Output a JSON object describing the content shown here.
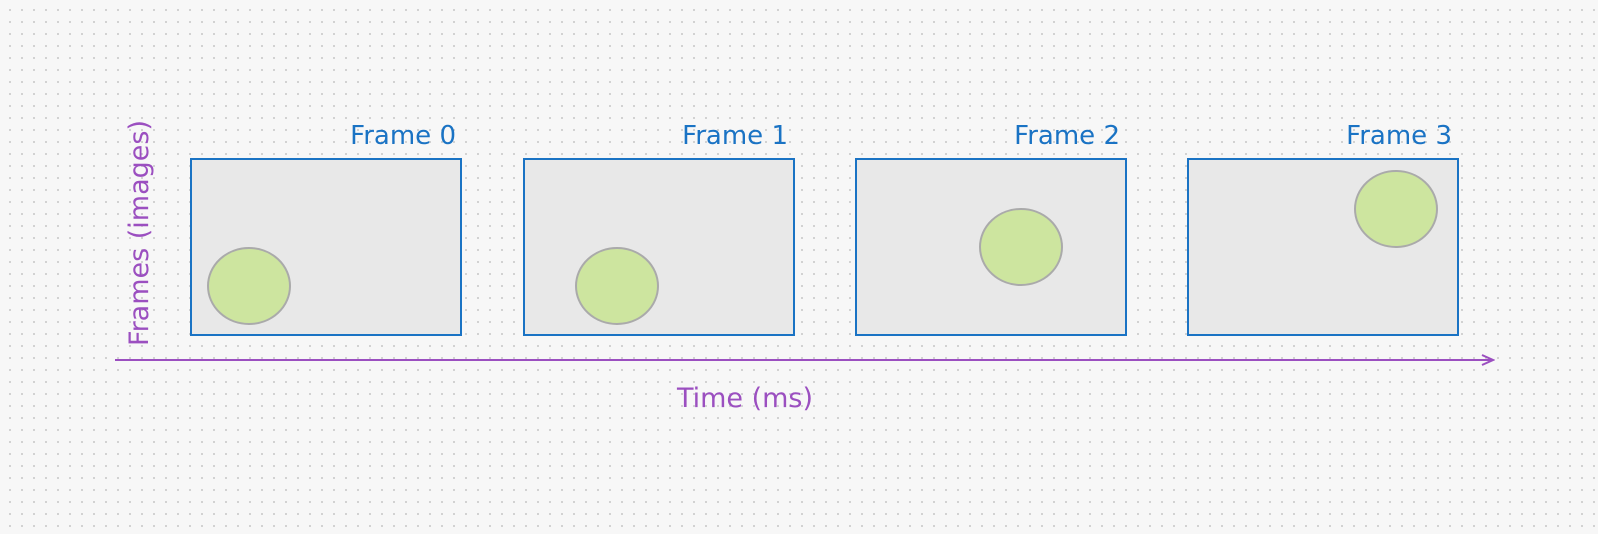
{
  "diagram": {
    "frames": [
      {
        "label": "Frame 0"
      },
      {
        "label": "Frame 1"
      },
      {
        "label": "Frame 2"
      },
      {
        "label": "Frame 3"
      }
    ],
    "x_axis_label": "Time (ms)",
    "y_axis_label": "Frames (images)"
  },
  "colors": {
    "frame_border": "#1a73c4",
    "frame_fill": "#e8e8e8",
    "ball_fill": "#cde59f",
    "axis": "#9b4fc0"
  }
}
